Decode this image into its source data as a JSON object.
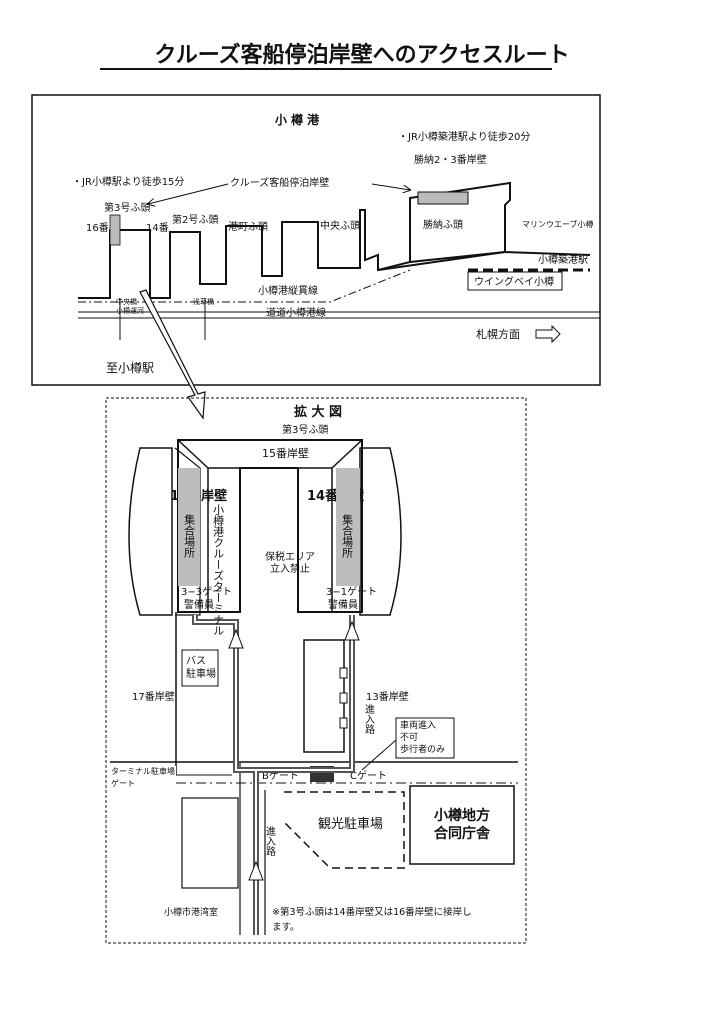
{
  "page_title": "クルーズ客船停泊岸壁へのアクセスルート",
  "overview": {
    "harbor_title": "小 樽 港",
    "jr_chikko_walk": "・JR小樽築港駅より徒歩20分",
    "katsuno": "勝納2・3番岸壁",
    "jr_otaru_walk": "・JR小樽駅より徒歩15分",
    "cruise_berth_label": "クルーズ客船停泊岸壁",
    "pier3": "第3号ふ頭",
    "berth16": "16番",
    "berth14": "14番",
    "pier2": "第2号ふ頭",
    "minatomachi": "港町ふ頭",
    "chuo": "中央ふ頭",
    "katsuno_pier": "勝納ふ頭",
    "marine_way": "マリンウエーブ小樽",
    "chikko_station": "小樽築港駅",
    "wing_bay": "ウイングベイ小樽",
    "tsuukan_line": "小樽港縦貫線",
    "douro_line": "道道小樽港線",
    "chuo_bashi": "中央橋",
    "unga_left": "小樽運河",
    "asakusa_bashi": "浅草橋",
    "to_otaru_station": "至小樽駅",
    "sapporo": "札幌方面"
  },
  "detail": {
    "title": "拡 大 図",
    "pier3": "第3号ふ頭",
    "berth15": "15番岸壁",
    "berth16": "16番岸壁",
    "berth14": "14番岸壁",
    "assembly": "集合場所",
    "terminal": "小樽港クルーズターミナル",
    "bonded_1": "保税エリア",
    "bonded_2": "立入禁止",
    "gate33": "3−3ゲート",
    "guard_l": "警備員",
    "gate31": "3−1ゲート",
    "guard_r": "警備員",
    "bus_1": "バス",
    "bus_2": "駐車場",
    "berth17": "17番岸壁",
    "berth13": "13番岸壁",
    "road_r": "進入路",
    "no_vehicle_1": "車両進入",
    "no_vehicle_2": "不可",
    "no_vehicle_3": "歩行者のみ",
    "terminal_parking_1": "ターミナル駐車場",
    "terminal_parking_2": "ゲート",
    "gate_b": "Bゲート",
    "gate_c": "Cゲート",
    "tourist_parking": "観光駐車場",
    "joint_office_1": "小樽地方",
    "joint_office_2": "合同庁舎",
    "road_bottom": "進入路",
    "harbor_office": "小樽市港湾室",
    "note_1": "※第3号ふ頭は14番岸壁又は16番岸壁に接岸し",
    "note_2": "ます。"
  }
}
